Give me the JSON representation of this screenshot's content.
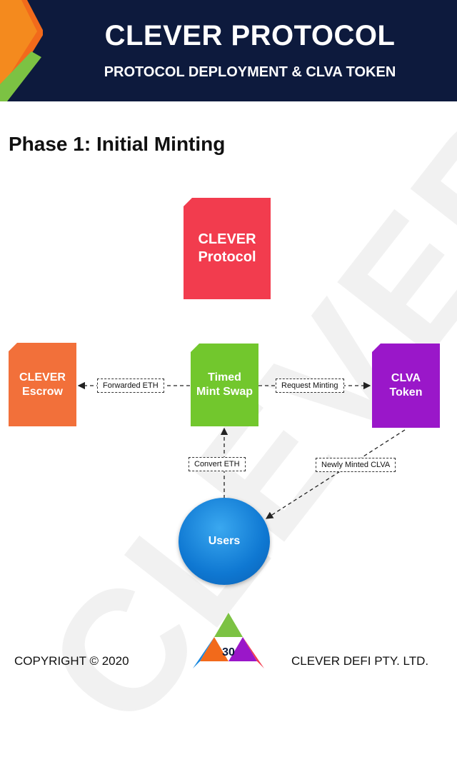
{
  "header": {
    "title": "CLEVER PROTOCOL",
    "subtitle": "PROTOCOL DEPLOYMENT & CLVA TOKEN"
  },
  "phase_title": "Phase 1: Initial Minting",
  "watermark": "CLEVER",
  "nodes": {
    "protocol": {
      "label": "CLEVER\nProtocol",
      "color": "#f23c4e"
    },
    "escrow": {
      "label": "CLEVER\nEscrow",
      "color": "#f2703a"
    },
    "mint_swap": {
      "label": "Timed\nMint Swap",
      "color": "#72c72d"
    },
    "clva_token": {
      "label": "CLVA\nToken",
      "color": "#9a17c9"
    },
    "users": {
      "label": "Users",
      "color": "#1586de"
    }
  },
  "edges": {
    "forwarded_eth": "Forwarded ETH",
    "request_minting": "Request Minting",
    "convert_eth": "Convert ETH",
    "newly_minted": "Newly Minted CLVA"
  },
  "logo": {
    "text": "30"
  },
  "footer": {
    "copyright": "COPYRIGHT © 2020",
    "company": "CLEVER DEFI PTY. LTD."
  }
}
